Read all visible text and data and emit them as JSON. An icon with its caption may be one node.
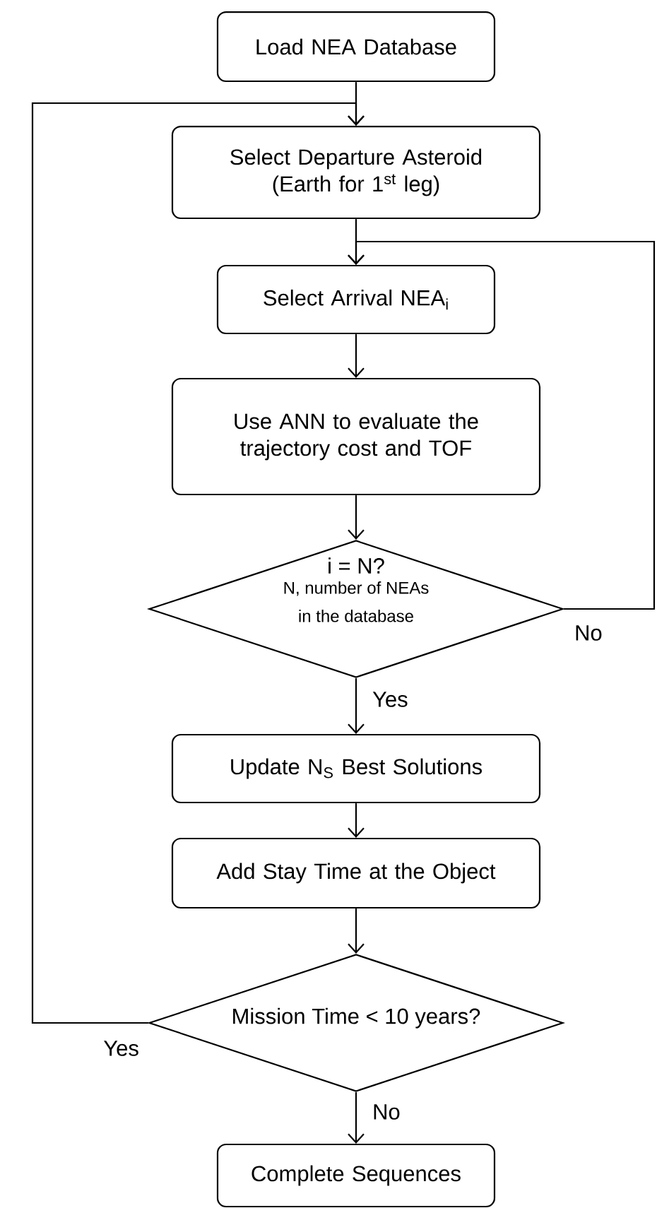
{
  "diagram": {
    "nodes": [
      {
        "text": [
          "Load NEA Database"
        ]
      },
      {
        "text": [
          "Select Departure Asteroid (Earth for 1$^{st}$ leg)"
        ]
      },
      {
        "text": [
          "Select Arrival NEA$_{i}$"
        ]
      },
      {
        "text": [
          "Use ANN to evaluate the trajectory cost and TOF"
        ]
      },
      {
        "text": [
          "i = N?",
          "N, number of NEAs in the database"
        ]
      },
      {
        "text": [
          "Update N$_{S}$ Best Solutions"
        ]
      },
      {
        "text": [
          "Add Stay Time at the Object"
        ]
      },
      {
        "text": [
          "Mission Time < 10 years?"
        ]
      },
      {
        "text": [
          "Complete Sequences"
        ]
      }
    ],
    "edges": [
      {
        "from": 0,
        "to": 1,
        "arrow": "to"
      },
      {
        "from": 1,
        "to": 2,
        "arrow": "to"
      },
      {
        "from": 2,
        "to": 3,
        "arrow": "to"
      },
      {
        "from": 3,
        "to": 4,
        "arrow": "to"
      },
      {
        "from": 4,
        "to": 5,
        "arrow": "to",
        "label": "Yes"
      },
      {
        "from": 4,
        "to": 2,
        "arrow": "to",
        "label": "No"
      },
      {
        "from": 5,
        "to": 6,
        "arrow": "to"
      },
      {
        "from": 6,
        "to": 7,
        "arrow": "to"
      },
      {
        "from": 7,
        "to": 8,
        "arrow": "to",
        "label": "No"
      },
      {
        "from": 7,
        "to": 1,
        "arrow": "to",
        "label": "Yes"
      }
    ]
  }
}
